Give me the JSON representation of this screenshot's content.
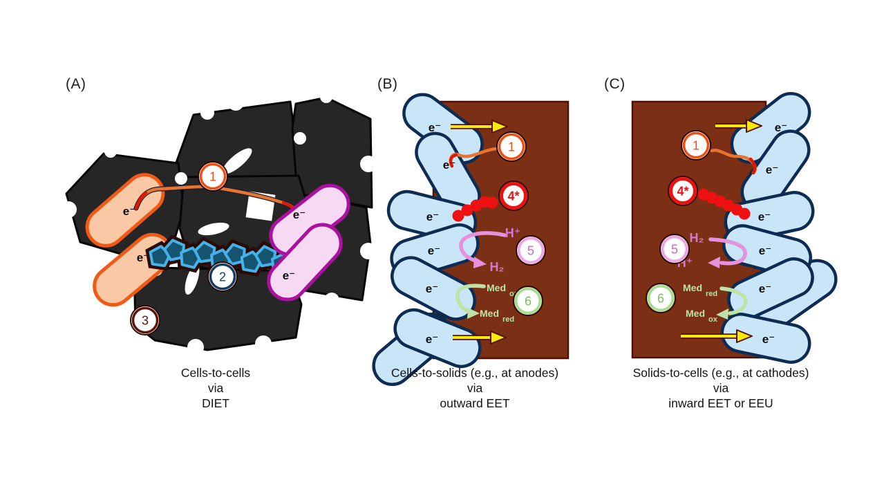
{
  "panels": [
    {
      "label": "(A)",
      "caption": [
        "Cells-to-cells",
        "via",
        "DIET"
      ]
    },
    {
      "label": "(B)",
      "caption": [
        "Cells-to-solids (e.g., at anodes)",
        "via",
        "outward EET"
      ]
    },
    {
      "label": "(C)",
      "caption": [
        "Solids-to-cells (e.g., at cathodes)",
        "via",
        "inward EET or EEU"
      ]
    }
  ],
  "badges": {
    "n1": "1",
    "n2": "2",
    "n3": "3",
    "n4": "4*",
    "n5": "5",
    "n6": "6"
  },
  "labels": {
    "electron": "e⁻",
    "h_plus": "H⁺",
    "h2": "H₂",
    "med": "Med",
    "sub_ox": "ox",
    "sub_red": "red"
  },
  "colors": {
    "particle_black": "#262626",
    "electrode_brown": "#7B2F15",
    "electrode_border": "#4A1004",
    "cell_blue_fill": "#C9E6F8",
    "cell_blue_stroke": "#0E2C52",
    "cell_orange_fill": "#F8C9A4",
    "cell_orange_stroke": "#F05A16",
    "cell_pink_fill": "#F6D9F2",
    "cell_pink_stroke": "#A9119E",
    "chain_fill": "#16536F",
    "chain_stroke": "#45B1E8",
    "chain_backing": "#2B0A04",
    "arrow_yellow": "#F6EB0A",
    "arrow_yellow_edge": "#5A0F05",
    "pilus_orange": "#E8742F",
    "pilus_red": "#E01800",
    "dot_red": "#EE1111",
    "badge_orange": "#EE4E11",
    "badge_navy": "#173C63",
    "badge_maroon": "#5E150B",
    "badge_red": "#EE1111",
    "badge_pink_ring": "#EBA6E4",
    "badge_pink_text": "#CC66C4",
    "badge_green_ring": "#A9DC92",
    "badge_green_text": "#7CBE62",
    "h_text_pink": "#D678CC",
    "med_text_green": "#BCE3A4",
    "arrow_pink": "#E591DB",
    "arrow_green": "#BEE3A8",
    "text_black": "#141414"
  }
}
